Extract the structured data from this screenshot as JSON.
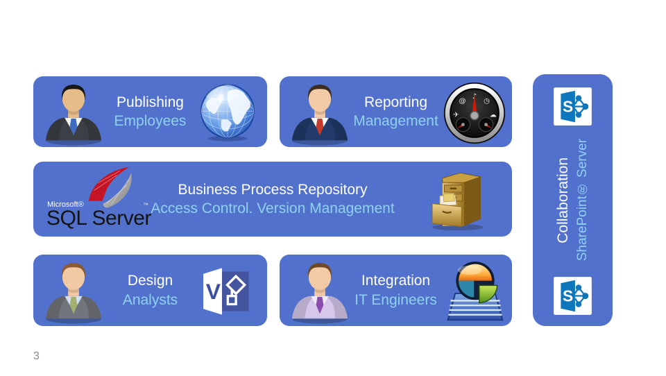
{
  "slide": {
    "page_number": "3",
    "colors": {
      "box_blue": "#5171CC",
      "title_text": "#FFFFFF",
      "subtitle_text": "#8ED2EE",
      "sharepoint_blue": "#0D76BC",
      "visio_blue": "#3B4FA0",
      "page_number_gray": "#8A8A8A"
    },
    "boxes": {
      "publishing": {
        "title": "Publishing",
        "subtitle": "Employees",
        "left_icon": "businessman-publisher-icon",
        "right_icon": "globe-icon"
      },
      "reporting": {
        "title": "Reporting",
        "subtitle": "Management",
        "left_icon": "businessman-manager-icon",
        "right_icon": "dashboard-gauge-icon"
      },
      "repository": {
        "title": "Business Process Repository",
        "subtitle": "Access Control. Version Management",
        "left_icon": "sql-server-logo",
        "right_icon": "file-cabinet-icon"
      },
      "design": {
        "title": "Design",
        "subtitle": "Analysts",
        "left_icon": "businessman-analyst-icon",
        "right_icon": "visio-icon"
      },
      "integration": {
        "title": "Integration",
        "subtitle": "IT Engineers",
        "left_icon": "businessman-engineer-icon",
        "right_icon": "biztalk-server-icon"
      },
      "collaboration": {
        "title": "Collaboration",
        "subtitle": "SharePoint®  Server",
        "top_icon": "sharepoint-icon",
        "bottom_icon": "sharepoint-icon"
      }
    },
    "sql_server_logo": {
      "brand": "Microsoft®",
      "tm": "™",
      "name_sql": "SQL",
      "name_server": "Server"
    },
    "visio_icon_letter": "V",
    "sharepoint_icon_letter": "S",
    "gauge_glyphs": {
      "at": "@",
      "music": "♪",
      "clock": "◷",
      "plane": "✈",
      "cloud": "☁"
    }
  }
}
